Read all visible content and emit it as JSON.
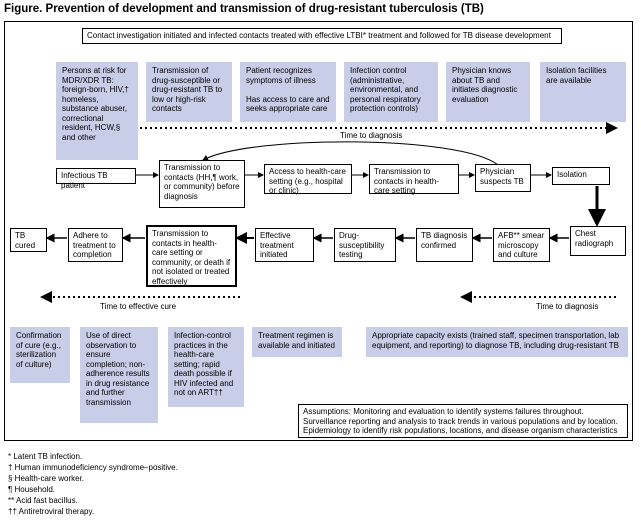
{
  "title": "Figure. Prevention of development and transmission of drug-resistant tuberculosis (TB)",
  "top_banner": "Contact investigation initiated and infected contacts treated with effective LTBI* treatment and followed for TB disease development",
  "risk_boxes": [
    "Persons at risk for MDR/XDR TB: foreign-born, HIV,† homeless, substance abuser, correctional resident, HCW,§ and other",
    "Transmission of drug-susceptible or drug-resistant TB to low or high-risk contacts",
    "Patient recognizes symptoms of illness\n\nHas access to care and seeks appropriate care",
    "Infection control (administrative, environmental, and personal respiratory protection controls)",
    "Physician knows about TB and initiates diagnostic evaluation",
    "Isolation facilities are available"
  ],
  "time_to_diagnosis_top": "Time to diagnosis",
  "flow_row1": [
    "Infectious TB patient",
    "Transmission to contacts (HH,¶ work, or community) before diagnosis",
    "Access to health-care setting (e.g., hospital or clinic)",
    "Transmission to contacts in health-care setting",
    "Physician suspects TB",
    "Isolation"
  ],
  "flow_row2": [
    "TB cured",
    "Adhere to treatment to completion",
    "Transmission to contacts in health-care setting or community, or death if not isolated or treated effectively",
    "Effective treatment initiated",
    "Drug-susceptibility testing",
    "TB diagnosis confirmed",
    "AFB** smear microscopy and culture",
    "Chest radiograph"
  ],
  "time_to_cure": "Time to effective cure",
  "time_to_diagnosis_bottom": "Time to diagnosis",
  "bottom_boxes": [
    "Confirmation of cure (e.g., sterilization of culture)",
    "Use of direct observation to ensure completion; non-adherence results in drug resistance and further transmission",
    "Infection-control practices in the health-care setting; rapid death possible if HIV infected and not on ART††",
    "Treatment regimen is available and initiated",
    "Appropriate capacity exists (trained staff, specimen transportation, lab equipment, and reporting) to diagnose TB, including drug-resistant TB"
  ],
  "assumptions": "Assumptions: Monitoring and evaluation to identify systems failures throughout. Surveillance reporting and analysis to track trends in various populations and by location. Epidemiology to identify risk populations, locations, and disease organism characteristics",
  "footnotes": [
    "* Latent TB infection.",
    "† Human immunodeficiency syndrome–positive.",
    "§ Health-care worker.",
    "¶ Household.",
    "** Acid fast bacillus.",
    "†† Antiretroviral therapy."
  ],
  "colors": {
    "box_fill": "#c8cde8",
    "line": "#000000"
  }
}
